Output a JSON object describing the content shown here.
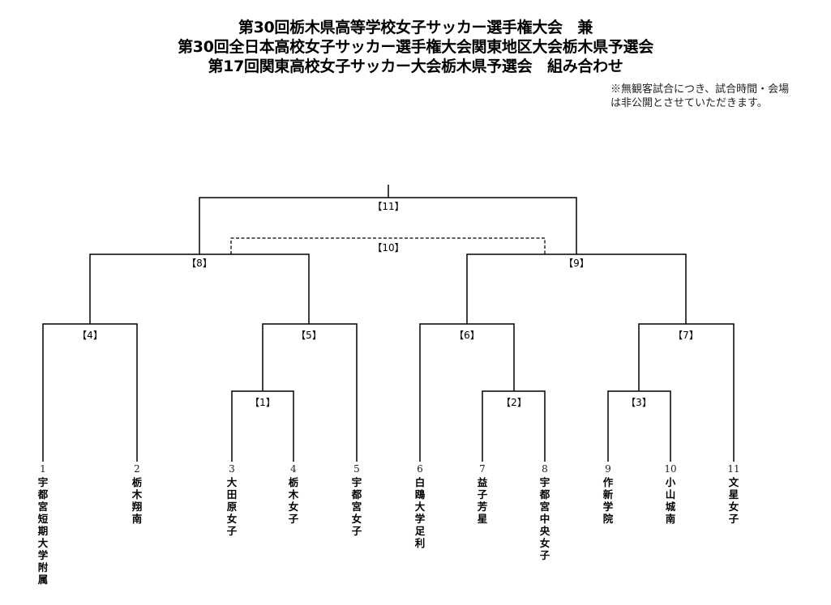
{
  "header": {
    "line1": "第30回栃木県高等学校女子サッカー選手権大会　兼",
    "line2": "第30回全日本高校女子サッカー選手権大会関東地区大会栃木県予選会",
    "line3": "第17回関東高校女子サッカー大会栃木県予選会　組み合わせ",
    "note_line1": "※無観客試合につき、試合時間・会場",
    "note_line2": "は非公開とさせていただきます。"
  },
  "matches": {
    "m1": "【1】",
    "m2": "【2】",
    "m3": "【3】",
    "m4": "【4】",
    "m5": "【5】",
    "m6": "【6】",
    "m7": "【7】",
    "m8": "【8】",
    "m9": "【9】",
    "m10": "【10】",
    "m11": "【11】"
  },
  "teams": [
    {
      "num": "1",
      "name": "宇都宮短期大学附属"
    },
    {
      "num": "2",
      "name": "栃木翔南"
    },
    {
      "num": "3",
      "name": "大田原女子"
    },
    {
      "num": "4",
      "name": "栃木女子"
    },
    {
      "num": "5",
      "name": "宇都宮女子"
    },
    {
      "num": "6",
      "name": "白鴎大学足利"
    },
    {
      "num": "7",
      "name": "益子芳星"
    },
    {
      "num": "8",
      "name": "宇都宮中央女子"
    },
    {
      "num": "9",
      "name": "作新学院"
    },
    {
      "num": "10",
      "name": "小山城南"
    },
    {
      "num": "11",
      "name": "文星女子"
    }
  ]
}
